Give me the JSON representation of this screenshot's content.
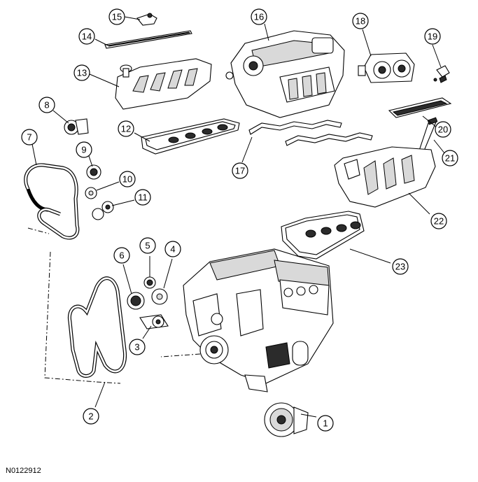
{
  "figure_id": "N0122912",
  "callouts": [
    "1",
    "2",
    "3",
    "4",
    "5",
    "6",
    "7",
    "8",
    "9",
    "10",
    "11",
    "12",
    "13",
    "14",
    "15",
    "16",
    "17",
    "18",
    "19",
    "20",
    "21",
    "22",
    "23"
  ]
}
